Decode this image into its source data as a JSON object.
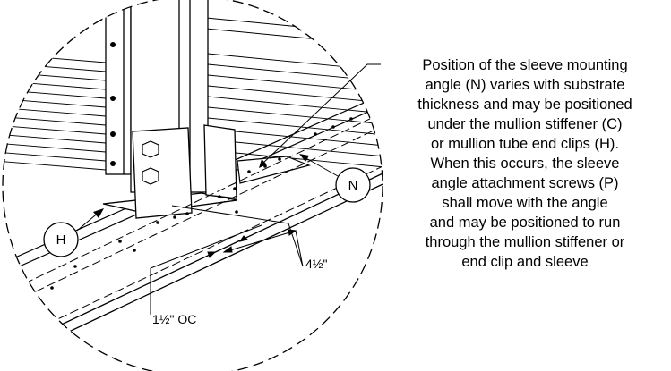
{
  "callouts": {
    "h_label": "H",
    "n_label": "N",
    "dim_spacing": "4½\"",
    "dim_oc": "1½\" OC"
  },
  "note": {
    "lines": [
      "Position of the sleeve mounting",
      "angle (N) varies with substrate",
      "thickness and may be positioned",
      "under the mullion stiffener (C)",
      "or mullion tube end clips (H).",
      "When this occurs, the sleeve",
      "angle attachment screws (P)",
      "shall move with the angle",
      "and may be positioned to run",
      "through the mullion stiffener or",
      "end clip and sleeve"
    ]
  }
}
